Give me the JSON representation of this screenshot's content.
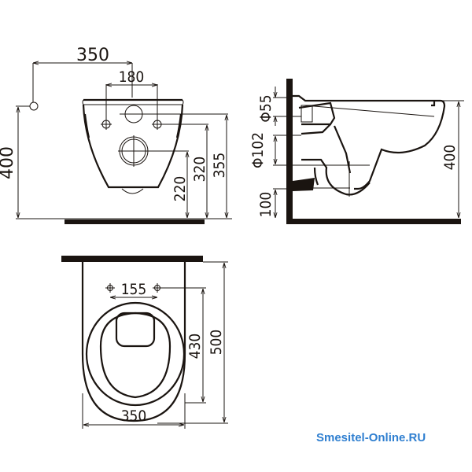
{
  "front_view": {
    "dim_width": "350",
    "dim_holes": "180",
    "dim_height": "400",
    "dim_drain": "220",
    "dim_bolts": "320",
    "dim_inlet": "355"
  },
  "side_view": {
    "dim_inlet_dia": "Φ55",
    "dim_outlet_dia": "Φ102",
    "dim_floor": "100",
    "dim_height": "400"
  },
  "top_view": {
    "dim_holes": "155",
    "dim_seat": "430",
    "dim_length": "500",
    "dim_width": "350"
  },
  "watermark": {
    "text": "Smesitel-Online.RU",
    "color": "#2f7fd0"
  },
  "colors": {
    "ink": "#1a1410"
  }
}
